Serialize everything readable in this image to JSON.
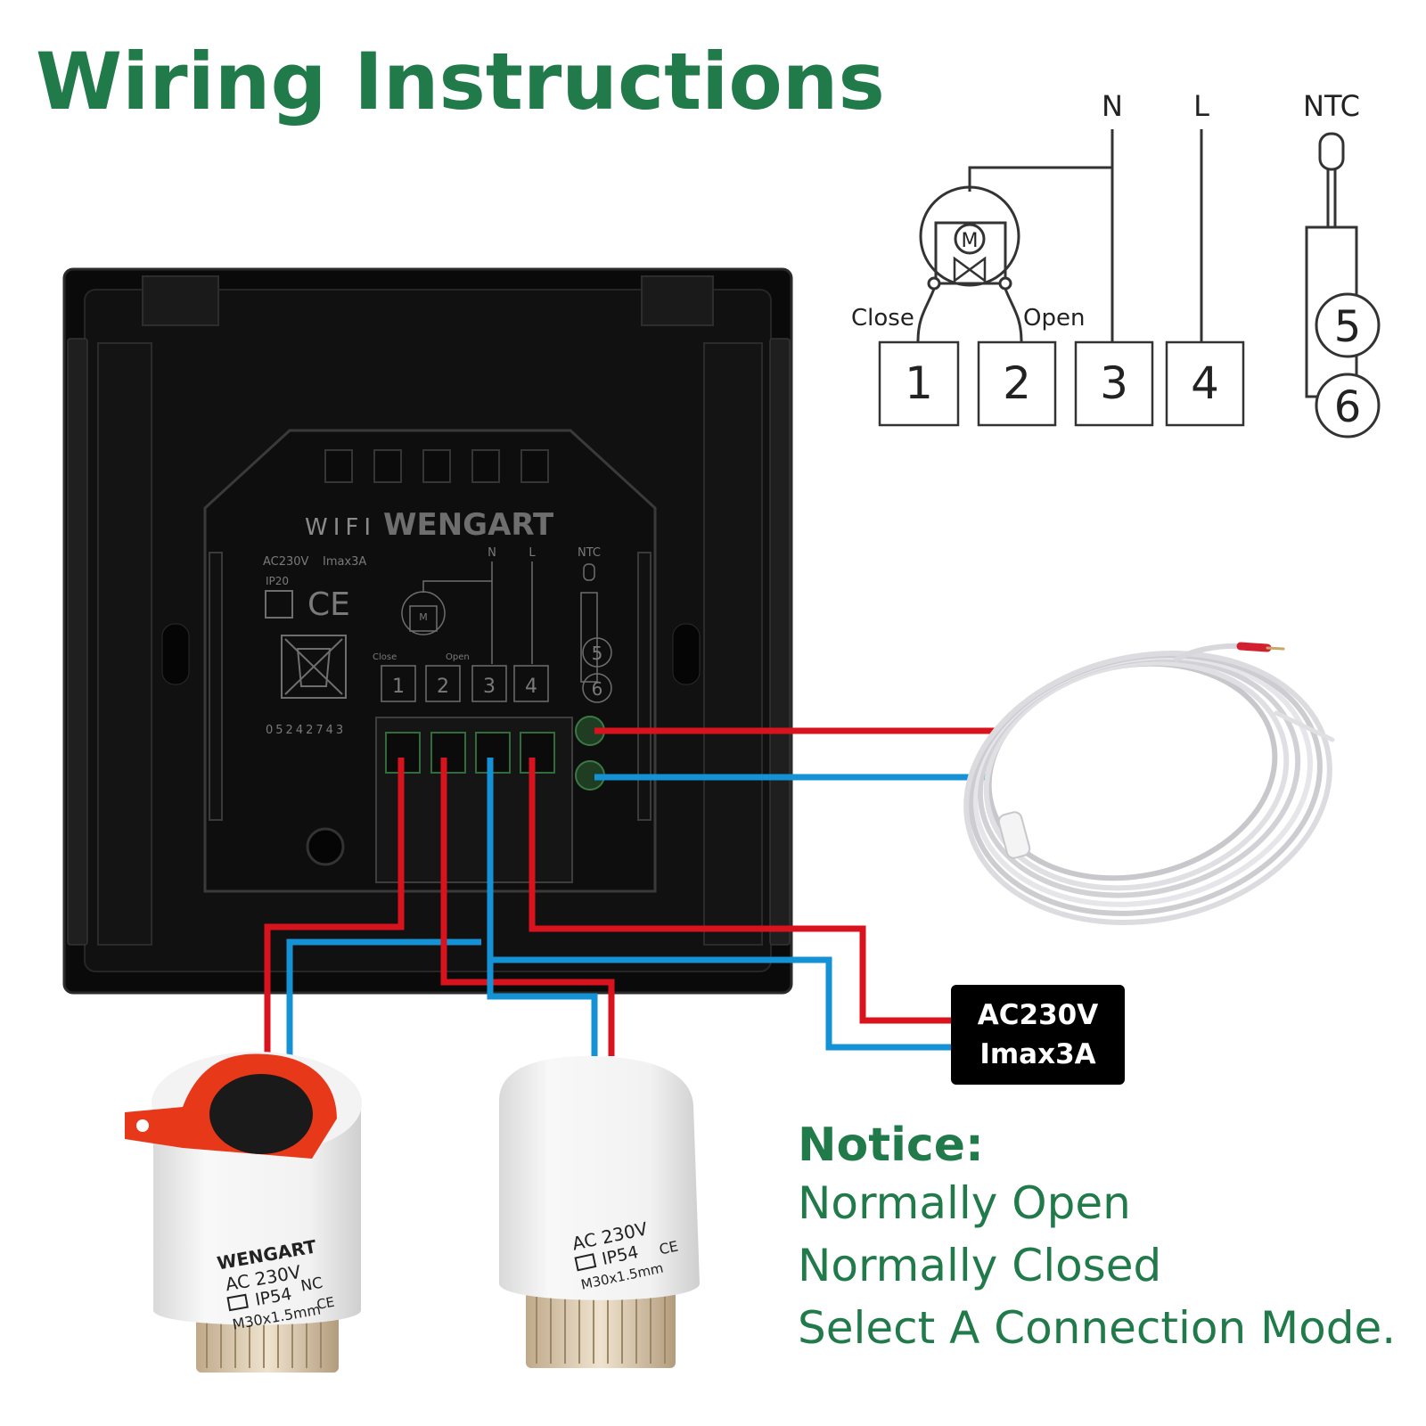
{
  "title": "Wiring Instructions",
  "colors": {
    "title_green": "#217a4a",
    "wire_live": "#d9131e",
    "wire_neutral": "#1592d6",
    "panel": "#0d0d0d",
    "device_white": "#f4f4f4",
    "cap_red": "#e8381a"
  },
  "schematic": {
    "bus_labels": {
      "n": "N",
      "l": "L",
      "ntc": "NTC"
    },
    "motor_symbol": "M",
    "valve_labels": {
      "close": "Close",
      "open": "Open"
    },
    "terminals": [
      "1",
      "2",
      "3",
      "4"
    ],
    "sensor_terminals": [
      "5",
      "6"
    ]
  },
  "panel": {
    "wifi_label": "WIFI",
    "brand": "WENGART",
    "rating": "AC230V",
    "current": "Imax3A",
    "ip_rating": "IP20",
    "ce_mark": "CE",
    "serial": "05242743",
    "bus_labels": {
      "n": "N",
      "l": "L",
      "ntc": "NTC"
    },
    "motor_symbol": "M",
    "valve_labels": {
      "close": "Close",
      "open": "Open"
    },
    "terminals": [
      "1",
      "2",
      "3",
      "4"
    ],
    "sensor_terminals": [
      "5",
      "6"
    ]
  },
  "power_supply": {
    "voltage": "AC230V",
    "current": "Imax3A"
  },
  "actuators": [
    {
      "brand": "WENGART",
      "voltage": "AC 230V",
      "ip": "IP54",
      "type": "NC",
      "thread": "M30x1.5mm",
      "ce": "CE"
    },
    {
      "voltage": "AC 230V",
      "ip": "IP54",
      "thread": "M30x1.5mm",
      "ce": "CE"
    }
  ],
  "notice": {
    "heading": "Notice:",
    "lines": [
      "Normally Open",
      "Normally Closed",
      "Select A Connection Mode."
    ]
  }
}
